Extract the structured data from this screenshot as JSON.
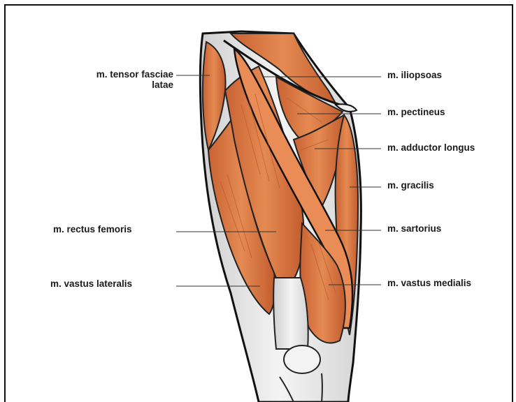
{
  "labels": {
    "tensor_line1": "m. tensor fasciae",
    "tensor_line2": "latae",
    "rectus_femoris": "m. rectus femoris",
    "vastus_lateralis": "m. vastus lateralis",
    "iliopsoas": "m. iliopsoas",
    "pectineus": "m. pectineus",
    "adductor_longus": "m. adductor longus",
    "gracilis": "m. gracilis",
    "sartorius": "m. sartorius",
    "vastus_medialis": "m. vastus medialis"
  },
  "colors": {
    "muscle": "#d8733f",
    "muscle_dark": "#b9552a",
    "muscle_light": "#eea06e",
    "tendon": "#e6e6e6",
    "outline": "#111111",
    "leader": "#333333"
  }
}
